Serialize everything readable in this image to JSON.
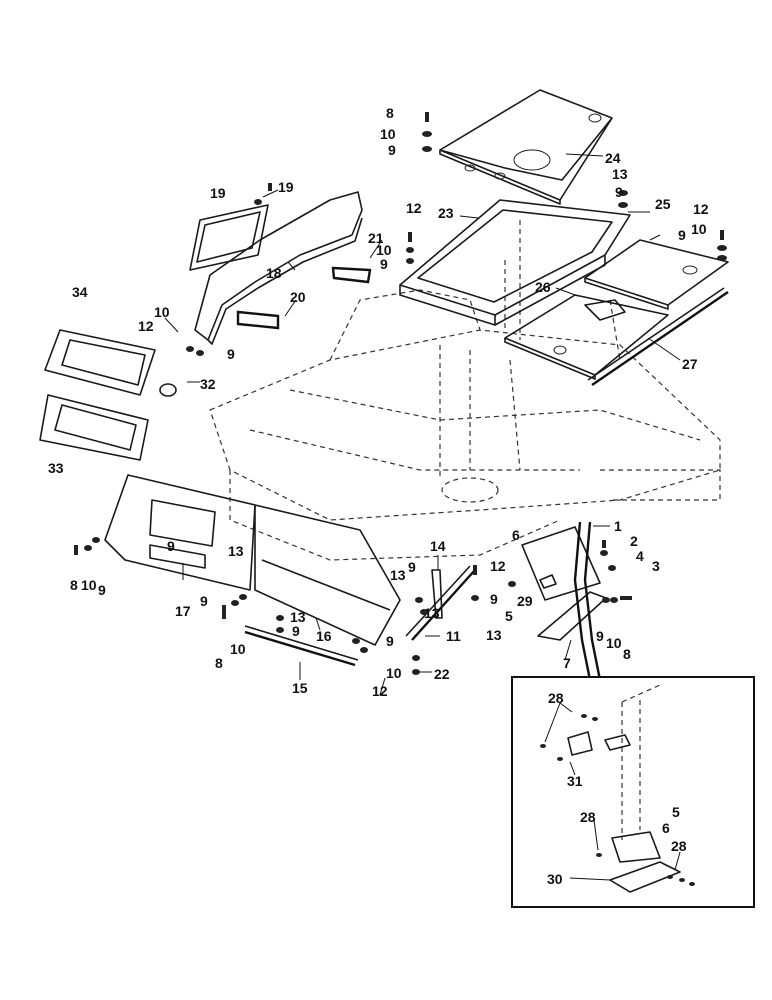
{
  "callouts": [
    {
      "id": "c8a",
      "text": "8"
    },
    {
      "id": "c10a",
      "text": "10"
    },
    {
      "id": "c9a",
      "text": "9"
    },
    {
      "id": "c24",
      "text": "24"
    },
    {
      "id": "c13a",
      "text": "13"
    },
    {
      "id": "c9b",
      "text": "9"
    },
    {
      "id": "c25",
      "text": "25"
    },
    {
      "id": "c12a",
      "text": "12"
    },
    {
      "id": "c10b",
      "text": "10"
    },
    {
      "id": "c9c",
      "text": "9"
    },
    {
      "id": "c19a",
      "text": "19"
    },
    {
      "id": "c19b",
      "text": "19"
    },
    {
      "id": "c23",
      "text": "23"
    },
    {
      "id": "c12b",
      "text": "12"
    },
    {
      "id": "c10c",
      "text": "10"
    },
    {
      "id": "c9d",
      "text": "9"
    },
    {
      "id": "c21",
      "text": "21"
    },
    {
      "id": "c18",
      "text": "18"
    },
    {
      "id": "c20",
      "text": "20"
    },
    {
      "id": "c26",
      "text": "26"
    },
    {
      "id": "c27",
      "text": "27"
    },
    {
      "id": "c34",
      "text": "34"
    },
    {
      "id": "c10d",
      "text": "10"
    },
    {
      "id": "c12c",
      "text": "12"
    },
    {
      "id": "c9e",
      "text": "9"
    },
    {
      "id": "c32",
      "text": "32"
    },
    {
      "id": "c33",
      "text": "33"
    },
    {
      "id": "c1",
      "text": "1"
    },
    {
      "id": "c2",
      "text": "2"
    },
    {
      "id": "c4",
      "text": "4"
    },
    {
      "id": "c3",
      "text": "3"
    },
    {
      "id": "c6a",
      "text": "6"
    },
    {
      "id": "c9f",
      "text": "9"
    },
    {
      "id": "c13b",
      "text": "13"
    },
    {
      "id": "c8b",
      "text": "8"
    },
    {
      "id": "c10e",
      "text": "10"
    },
    {
      "id": "c9g",
      "text": "9"
    },
    {
      "id": "c17",
      "text": "17"
    },
    {
      "id": "c9h",
      "text": "9"
    },
    {
      "id": "c8c",
      "text": "8"
    },
    {
      "id": "c10f",
      "text": "10"
    },
    {
      "id": "c13c",
      "text": "13"
    },
    {
      "id": "c9i",
      "text": "9"
    },
    {
      "id": "c16",
      "text": "16"
    },
    {
      "id": "c15",
      "text": "15"
    },
    {
      "id": "c14",
      "text": "14"
    },
    {
      "id": "c13d",
      "text": "13"
    },
    {
      "id": "c9j",
      "text": "9"
    },
    {
      "id": "c13e",
      "text": "13"
    },
    {
      "id": "c12d",
      "text": "12"
    },
    {
      "id": "c9k",
      "text": "9"
    },
    {
      "id": "c13f",
      "text": "13"
    },
    {
      "id": "c11",
      "text": "11"
    },
    {
      "id": "c9l",
      "text": "9"
    },
    {
      "id": "c10g",
      "text": "10"
    },
    {
      "id": "c12e",
      "text": "12"
    },
    {
      "id": "c22",
      "text": "22"
    },
    {
      "id": "c5a",
      "text": "5"
    },
    {
      "id": "c29",
      "text": "29"
    },
    {
      "id": "c9m",
      "text": "9"
    },
    {
      "id": "c10h",
      "text": "10"
    },
    {
      "id": "c8d",
      "text": "8"
    },
    {
      "id": "c7",
      "text": "7"
    },
    {
      "id": "c28a",
      "text": "28"
    },
    {
      "id": "c31",
      "text": "31"
    },
    {
      "id": "c5b",
      "text": "5"
    },
    {
      "id": "c6b",
      "text": "6"
    },
    {
      "id": "c28b",
      "text": "28"
    },
    {
      "id": "c28c",
      "text": "28"
    },
    {
      "id": "c30",
      "text": "30"
    }
  ]
}
